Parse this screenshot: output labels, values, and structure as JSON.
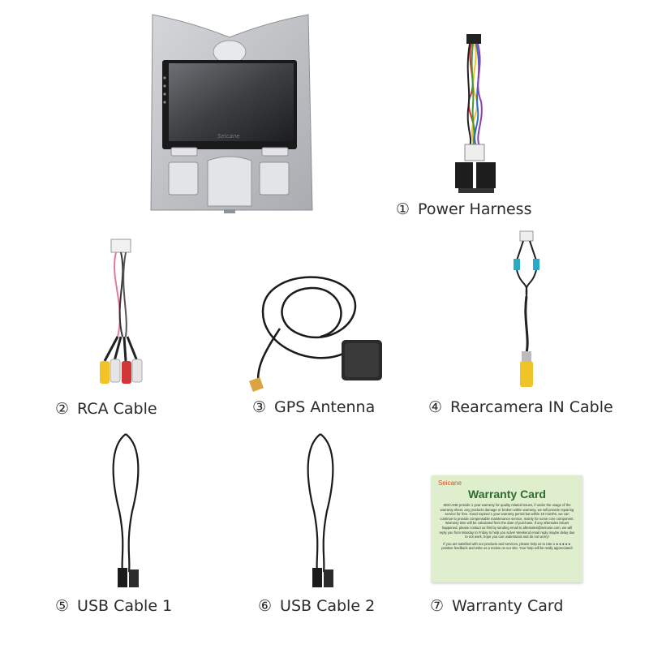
{
  "items": [
    {
      "number": "①",
      "label": "Power Harness"
    },
    {
      "number": "②",
      "label": "RCA Cable"
    },
    {
      "number": "③",
      "label": "GPS Antenna"
    },
    {
      "number": "④",
      "label": "Rearcamera IN Cable"
    },
    {
      "number": "⑤",
      "label": "USB Cable 1"
    },
    {
      "number": "⑥",
      "label": "USB Cable 2"
    },
    {
      "number": "⑦",
      "label": "Warranty Card"
    }
  ],
  "stereo": {
    "brand": "Seicane"
  },
  "warranty_card": {
    "brand": "Seicane",
    "title": "Warranty Card",
    "body": "SEICANE provide 1 year warranty for quality related issues, if under the usage of the warranty sheet, any products damage or broken within warranty, we will provide repairing service for free. Good expired 1 year warranty period but within 18 months, we can continue to provide compensable maintenance service, mainly for some core component. Warranty time will be calculated from the date of purchase. If any aftersales issues happened, please contact us first by sending email to aftersales@seicane.com, we will reply you from Monday to Friday to help you solve! Weekend email reply maybe delay due to not work, hope you can understand and do not worry!",
    "footer": "If you are satisfied with our products and services, please help us to rate a ★★★★★ positive feedback and write us a review on our site. Your help will be really appreciated!"
  }
}
